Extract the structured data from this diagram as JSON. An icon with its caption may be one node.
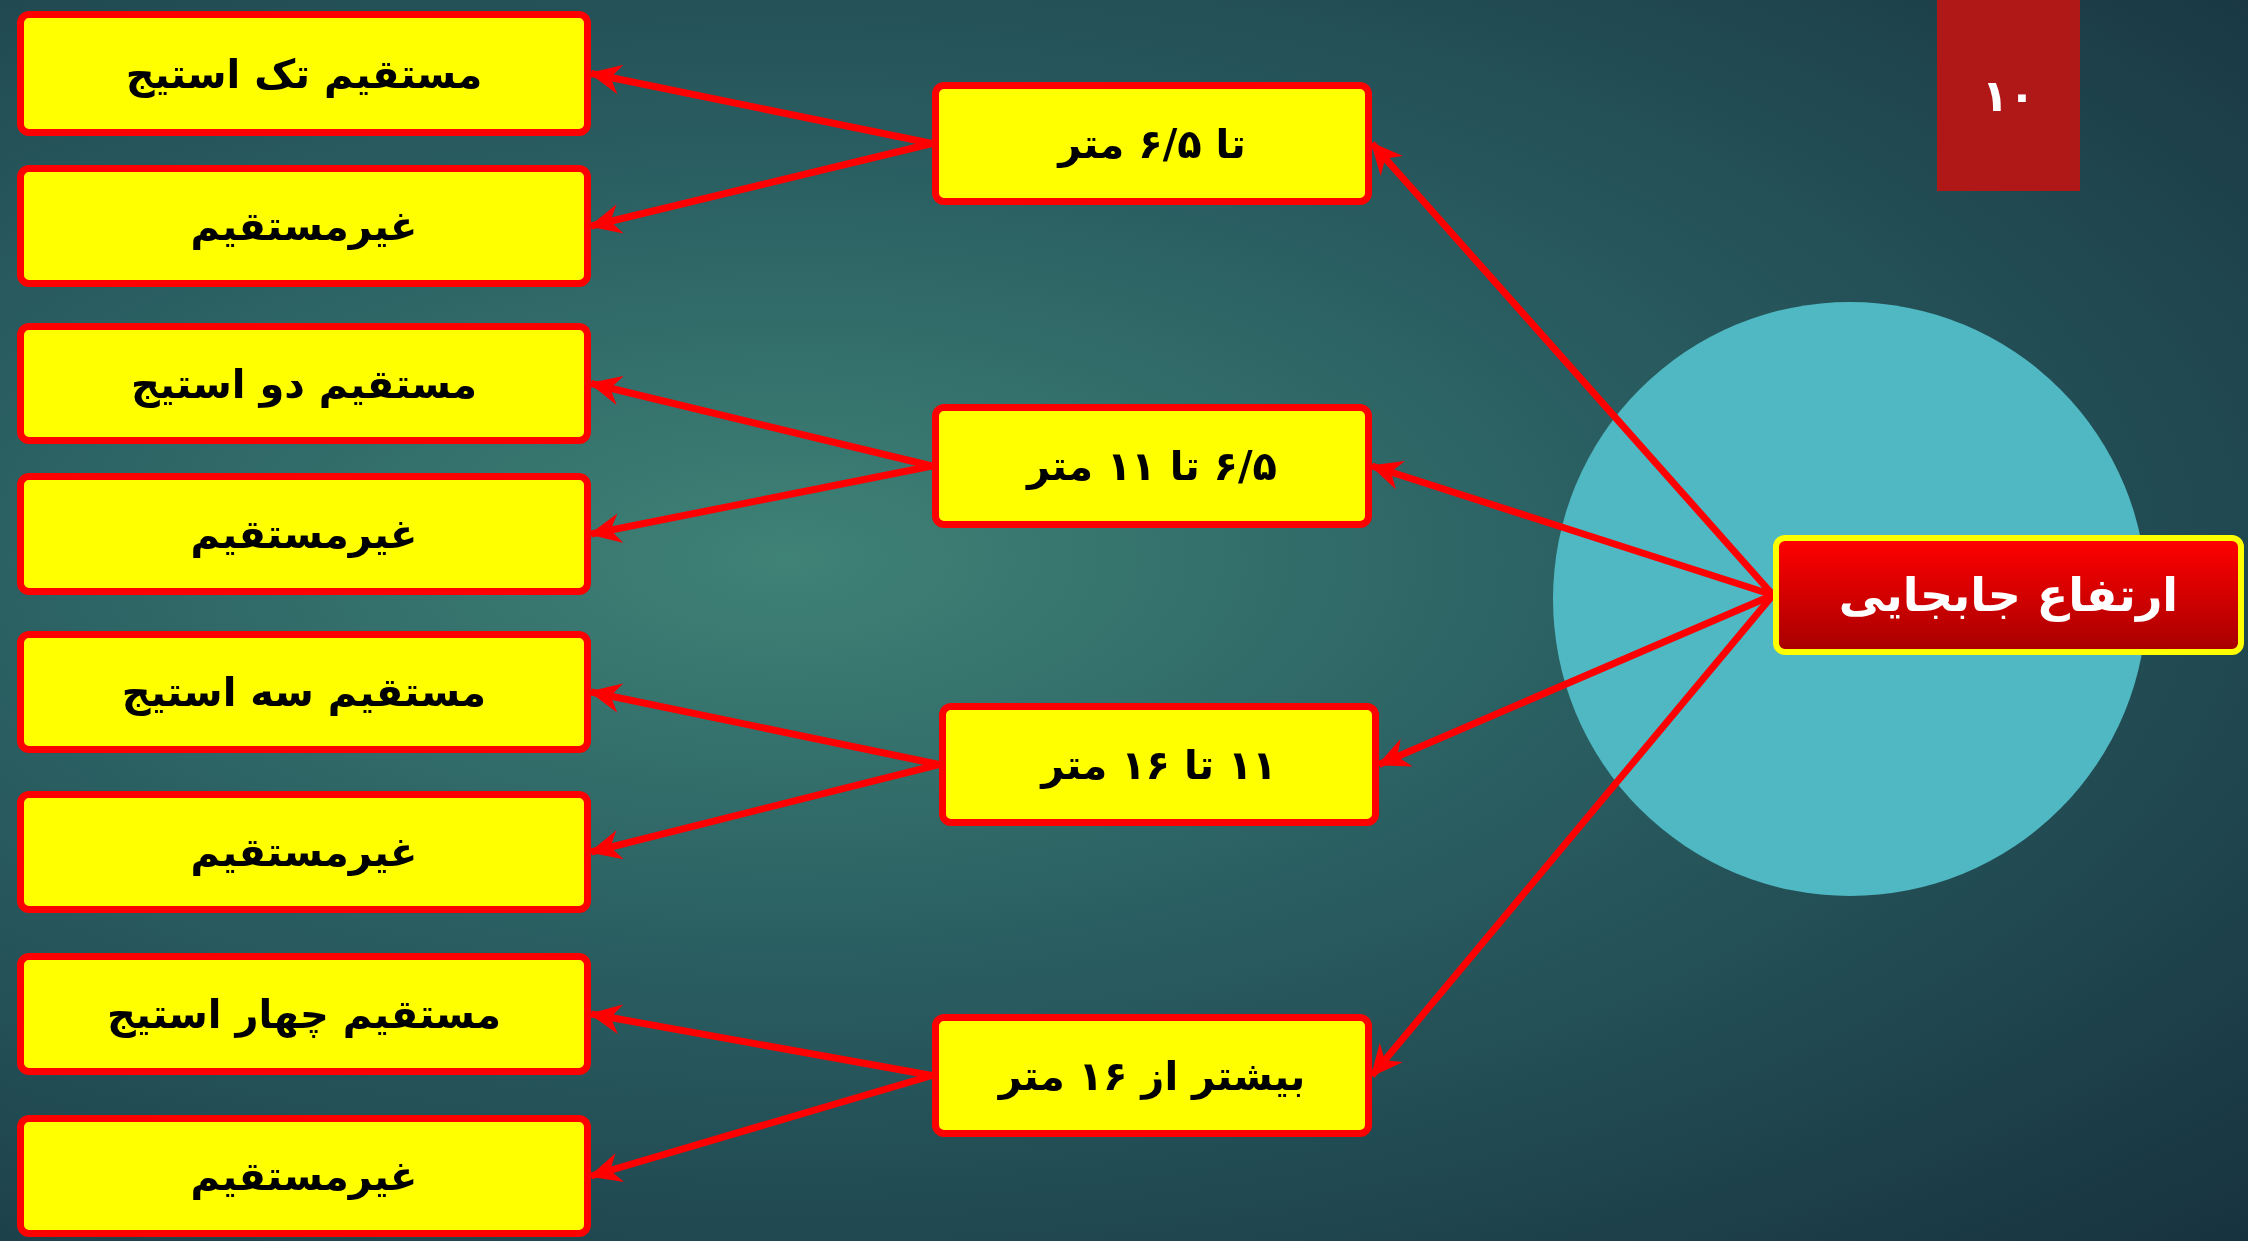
{
  "diagram": {
    "nodes": [
      {
        "text": [
          "ارتفاع جابجایی"
        ]
      },
      {
        "text": [
          "تا ۶/۵ متر"
        ]
      },
      {
        "text": [
          "۶/۵ تا ۱۱ متر"
        ]
      },
      {
        "text": [
          "۱۱ تا ۱۶ متر"
        ]
      },
      {
        "text": [
          "بیشتر از ۱۶ متر"
        ]
      },
      {
        "text": [
          "مستقیم تک استیج"
        ]
      },
      {
        "text": [
          "غیرمستقیم"
        ]
      },
      {
        "text": [
          "مستقیم دو استیج"
        ]
      },
      {
        "text": [
          "غیرمستقیم"
        ]
      },
      {
        "text": [
          "مستقیم سه استیج"
        ]
      },
      {
        "text": [
          "غیرمستقیم"
        ]
      },
      {
        "text": [
          "مستقیم چهار استیج"
        ]
      },
      {
        "text": [
          "غیرمستقیم"
        ]
      }
    ],
    "edges": [
      {
        "from": 0,
        "to": 1,
        "arrow": "to"
      },
      {
        "from": 0,
        "to": 2,
        "arrow": "to"
      },
      {
        "from": 0,
        "to": 3,
        "arrow": "to"
      },
      {
        "from": 0,
        "to": 4,
        "arrow": "to"
      },
      {
        "from": 1,
        "to": 5,
        "arrow": "to"
      },
      {
        "from": 1,
        "to": 6,
        "arrow": "to"
      },
      {
        "from": 2,
        "to": 7,
        "arrow": "to"
      },
      {
        "from": 2,
        "to": 8,
        "arrow": "to"
      },
      {
        "from": 3,
        "to": 9,
        "arrow": "to"
      },
      {
        "from": 3,
        "to": 10,
        "arrow": "to"
      },
      {
        "from": 4,
        "to": 11,
        "arrow": "to"
      },
      {
        "from": 4,
        "to": 12,
        "arrow": "to"
      }
    ],
    "labels": [
      "۱۰"
    ]
  }
}
